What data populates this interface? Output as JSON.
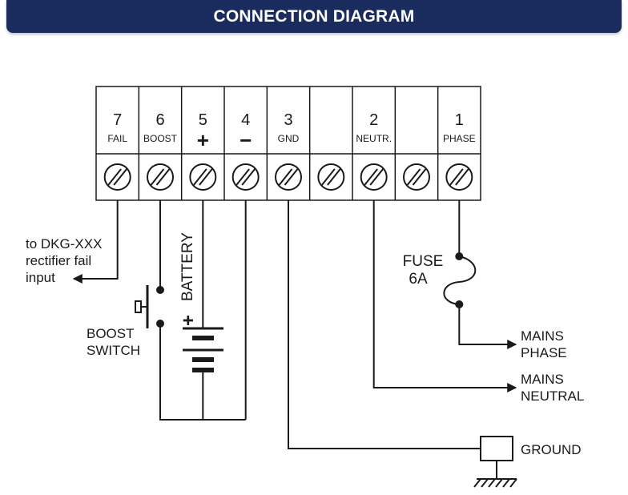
{
  "header": {
    "title": "CONNECTION DIAGRAM",
    "bg_color": "#1a2c5e"
  },
  "terminals": [
    {
      "number": "7",
      "label": "FAIL"
    },
    {
      "number": "6",
      "label": "BOOST"
    },
    {
      "number": "5",
      "label": "+"
    },
    {
      "number": "4",
      "label": "−"
    },
    {
      "number": "3",
      "label": "GND"
    },
    {
      "number": "",
      "label": ""
    },
    {
      "number": "2",
      "label": "NEUTR."
    },
    {
      "number": "",
      "label": ""
    },
    {
      "number": "1",
      "label": "PHASE"
    }
  ],
  "annotations": {
    "rectifier_line1": "to DKG-XXX",
    "rectifier_line2": "rectifier fail",
    "rectifier_line3": "input",
    "boost_line1": "BOOST",
    "boost_line2": "SWITCH",
    "battery": "BATTERY",
    "battery_plus": "+",
    "fuse_line1": "FUSE",
    "fuse_line2": "6A",
    "mains_phase_line1": "MAINS",
    "mains_phase_line2": "PHASE",
    "mains_neutral_line1": "MAINS",
    "mains_neutral_line2": "NEUTRAL",
    "ground": "GROUND"
  }
}
